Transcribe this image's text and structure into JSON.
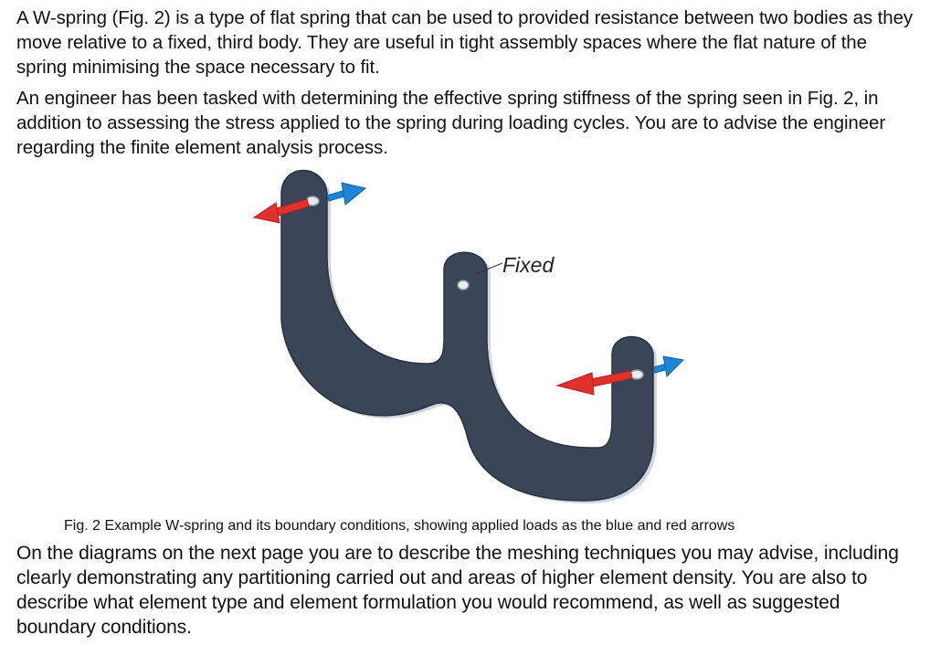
{
  "document": {
    "paragraph_1": "A W-spring (Fig. 2) is a type of flat spring that can be used to provided resistance between two bodies as they move relative to a fixed, third body. They are useful in tight assembly spaces where the flat nature of the spring minimising the space necessary to fit.",
    "paragraph_2": "An engineer has been tasked with determining the effective spring stiffness of the spring seen in Fig. 2, in addition to assessing the stress applied to the spring during loading cycles. You are to advise the engineer regarding the finite element analysis process.",
    "figure": {
      "label_fixed": "Fixed",
      "caption": "Fig. 2 Example W-spring and its boundary conditions, showing applied loads as the blue and red arrows",
      "colors": {
        "spring_body": "#3a4556",
        "spring_edge": "#cfd6e0",
        "arrow_red": "#e0312b",
        "arrow_blue": "#1e86d6"
      },
      "icons": [
        "red-arrow",
        "blue-arrow",
        "mounting-hole"
      ]
    },
    "paragraph_3": "On the diagrams on the next page you are to describe the meshing techniques you may advise, including clearly demonstrating any partitioning carried out and areas of higher element density. You are also to describe what element type and element formulation you would recommend, as well as suggested boundary conditions."
  }
}
